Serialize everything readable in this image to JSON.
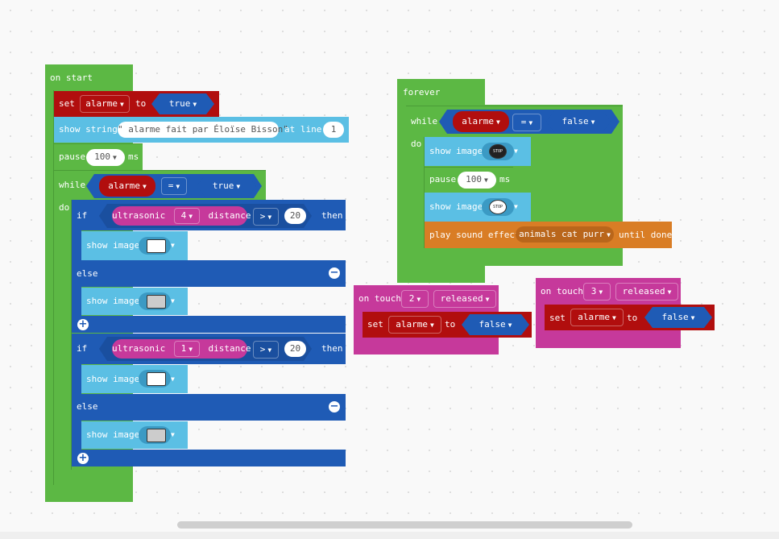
{
  "on_start": {
    "header": "on start",
    "set": {
      "kw": "set",
      "var": "alarme",
      "to": "to",
      "value": "true"
    },
    "show_string": {
      "kw": "show string",
      "text": "\" alarme fait par Éloïse Bisson\"",
      "at_line": "at line",
      "line": "1"
    },
    "pause": {
      "kw": "pause",
      "value": "100",
      "unit": "ms"
    },
    "while": {
      "kw": "while",
      "do": "do",
      "var": "alarme",
      "op": "=",
      "value": "true",
      "if1": {
        "kw": "if",
        "sensor": "ultrasonic",
        "port": "4",
        "measure": "distance",
        "op": ">",
        "value": "20",
        "then": "then",
        "show": "show image",
        "else": "else",
        "else_show": "show image"
      },
      "if2": {
        "kw": "if",
        "sensor": "ultrasonic",
        "port": "1",
        "measure": "distance",
        "op": ">",
        "value": "20",
        "then": "then",
        "show": "show image",
        "else": "else",
        "else_show": "show image"
      }
    }
  },
  "forever": {
    "header": "forever",
    "while": "while",
    "do": "do",
    "var": "alarme",
    "op": "=",
    "value": "false",
    "show1": "show image",
    "pause": "pause",
    "pause_value": "100",
    "unit": "ms",
    "show2": "show image",
    "sound": {
      "kw": "play sound effect",
      "effect": "animals cat purr",
      "until": "until done"
    }
  },
  "touch2": {
    "kw": "on touch",
    "pin": "2",
    "event": "released",
    "set": "set",
    "var": "alarme",
    "to": "to",
    "value": "false"
  },
  "touch3": {
    "kw": "on touch",
    "pin": "3",
    "event": "released",
    "set": "set",
    "var": "alarme",
    "to": "to",
    "value": "false"
  },
  "icons": {
    "stop": "STOP"
  },
  "colors": {
    "events": "#5cb844",
    "variables": "#b10e0e",
    "display": "#5bbfe4",
    "logic": "#1f5bb5",
    "sensors": "#c6399b",
    "sound": "#d97d25"
  }
}
